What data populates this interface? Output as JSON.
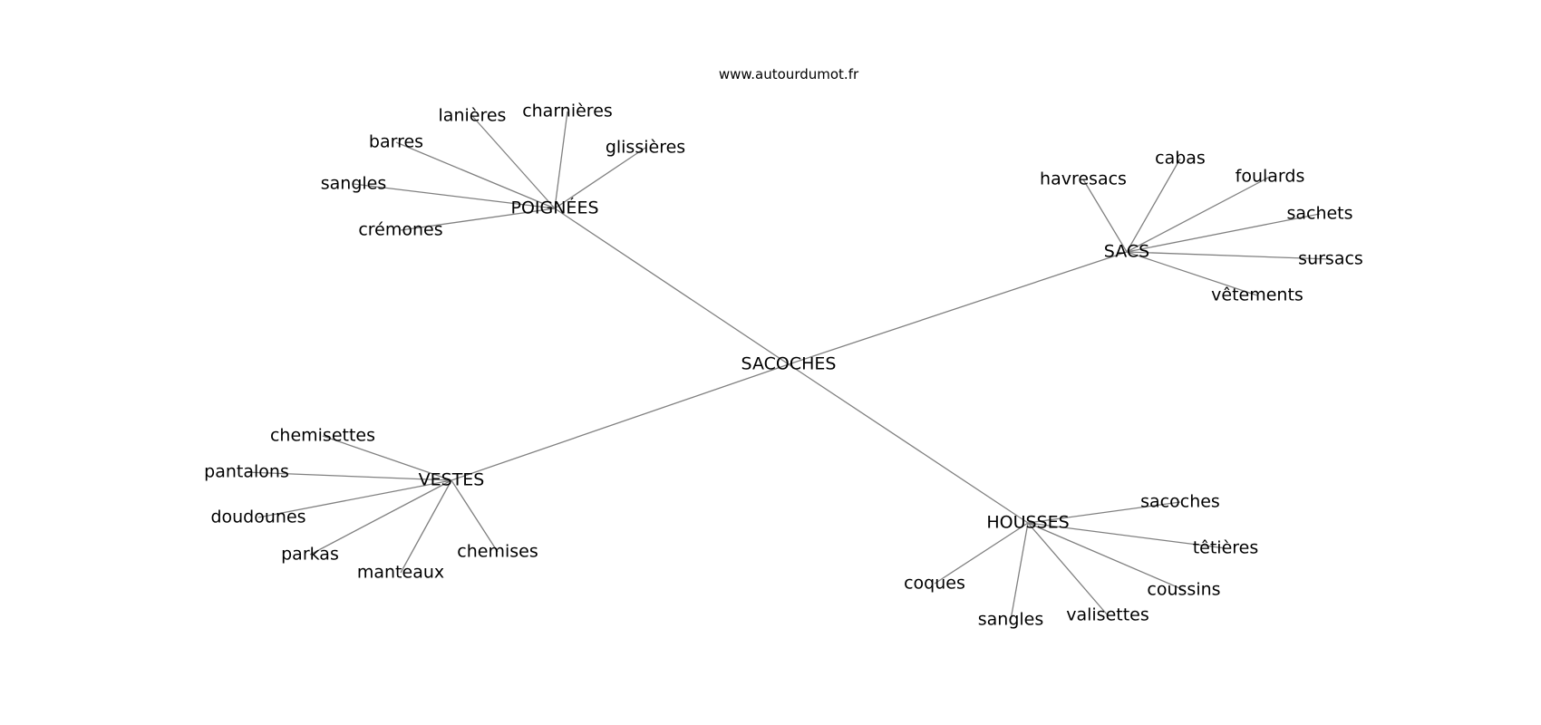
{
  "watermark": "www.autourdumot.fr",
  "center": "SACOCHES",
  "groups": [
    {
      "label": "POIGNÉES",
      "children": [
        "lanières",
        "charnières",
        "glissières",
        "barres",
        "sangles",
        "crémones"
      ]
    },
    {
      "label": "SACS",
      "children": [
        "havresacs",
        "cabas",
        "foulards",
        "sachets",
        "sursacs",
        "vêtements"
      ]
    },
    {
      "label": "VESTES",
      "children": [
        "chemisettes",
        "pantalons",
        "doudounes",
        "parkas",
        "manteaux",
        "chemises"
      ]
    },
    {
      "label": "HOUSSES",
      "children": [
        "sacoches",
        "têtières",
        "coussins",
        "valisettes",
        "sangles",
        "coques"
      ]
    }
  ]
}
